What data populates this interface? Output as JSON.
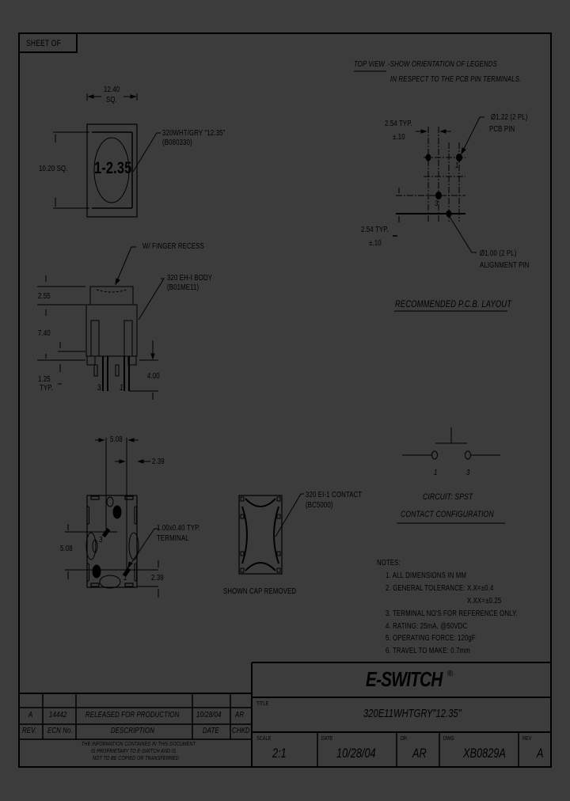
{
  "sheet": {
    "label": "SHEET  OF",
    "background": "#3c3c3c",
    "line_color": "#000000"
  },
  "top_view": {
    "width_dim": "12.40",
    "width_sq": "SQ.",
    "height_dim": "10.20 SQ.",
    "cap_legend": "1-2.35",
    "callout_line1": "320WHT/GRY \"12.35\"",
    "callout_line2": "(B080330)"
  },
  "pcb_layout": {
    "note_heading": "TOP VIEW",
    "note_line1": "-SHOW ORIENTATION OF LEGENDS",
    "note_line2": "IN RESPECT TO THE PCB PIN TERMINALS.",
    "pitch_h": "2.54 TYP.",
    "pitch_h_tol": "±.10",
    "pitch_v": "2.54 TYP.",
    "pitch_v_tol": "±.10",
    "pin_callout_line1": "Ø1.22 (2 PL)",
    "pin_callout_line2": "PCB PIN",
    "align_callout_line1": "Ø1.00 (2 PL)",
    "align_callout_line2": "ALIGNMENT PIN",
    "pin1_label": "1",
    "pin3_label": "3",
    "caption": "RECOMMENDED P.C.B. LAYOUT"
  },
  "side_view": {
    "recess_callout": "W/ FINGER RECESS",
    "body_callout_line1": "320 EH-I BODY",
    "body_callout_line2": "(B01ME11)",
    "dim_cap": "2.55",
    "dim_body": "7.40",
    "dim_standoff": "1.25",
    "dim_standoff_typ": "TYP.",
    "dim_pin": "4.00",
    "pin3_label": "3",
    "pin1_label": "1"
  },
  "bottom_view": {
    "dim_pitch": "5.08",
    "dim_offset": "2.39",
    "dim_vertical": "5.08",
    "dim_vertical_offset": "2.39",
    "terminal_callout_line1": "1.00x0.40 TYP.",
    "terminal_callout_line2": "TERMINAL",
    "pin3_label": "3",
    "pin1_label": "1"
  },
  "contact_view": {
    "callout_line1": "320 EI-1 CONTACT",
    "callout_line2": "(BC5000)",
    "caption": "SHOWN CAP REMOVED"
  },
  "circuit": {
    "terminal_left": "1",
    "terminal_right": "3",
    "circuit_type": "CIRCUIT: SPST",
    "caption": "CONTACT CONFIGURATION"
  },
  "notes": {
    "heading": "NOTES:",
    "items": [
      "1. ALL DIMENSIONS IN MM",
      "2. GENERAL TOLERANCE: X.X=±0.4",
      "X.XX=±0.25",
      "3. TERMINAL NO'S FOR REFERENCE ONLY.",
      "4. RATING: 25mA, @50VDC",
      "5. OPERATING FORCE: 120gF",
      "6. TRAVEL TO MAKE: 0.7mm"
    ]
  },
  "revision_block": {
    "rows": [
      {
        "rev": "",
        "ecn": "",
        "description": "",
        "date": "",
        "chkd": ""
      },
      {
        "rev": "A",
        "ecn": "14442",
        "description": "RELEASED FOR PRODUCTION",
        "date": "10/28/04",
        "chkd": "AR"
      }
    ],
    "headers": {
      "rev": "REV.",
      "ecn": "ECN No.",
      "description": "DESCRIPTION",
      "date": "DATE",
      "chkd": "CHKD"
    },
    "proprietary_line1": "THE INFORMATION CONTAINED IN THIS DOCUMENT",
    "proprietary_line2": "IS PROPRIETARY TO E-SWITCH AND IS",
    "proprietary_line3": "NOT TO BE COPIED OR TRANSFERRED"
  },
  "title_block": {
    "brand": "E-SWITCH",
    "brand_mark": "®",
    "title_label": "TITLE",
    "title_value": "320E11WHTGRY\"12.35\"",
    "scale_label": "SCALE",
    "scale_value": "2:1",
    "date_label": "DATE",
    "date_value": "10/28/04",
    "dr_label": "DR",
    "dr_value": "AR",
    "dwg_label": "DWG",
    "dwg_value": "XB0829A",
    "rev_label": "REV",
    "rev_value": "A"
  }
}
